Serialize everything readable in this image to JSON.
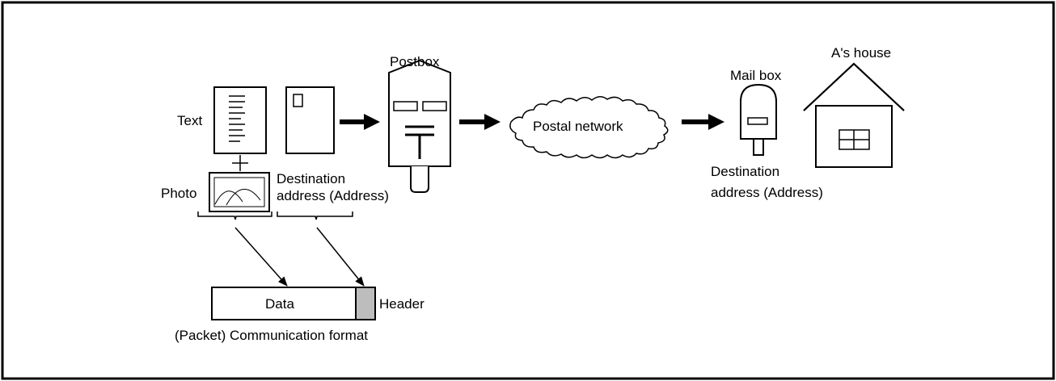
{
  "labels": {
    "text": "Text",
    "photo": "Photo",
    "destination_1_line1": "Destination",
    "destination_1_line2": "address (Address)",
    "postbox": "Postbox",
    "postal_network": "Postal network",
    "mail_box": "Mail box",
    "as_house": "A's house",
    "destination_2_line1": "Destination",
    "destination_2_line2": "address (Address)",
    "data": "Data",
    "header": "Header",
    "packet_format": "(Packet) Communication format"
  },
  "colors": {
    "stroke": "#000000",
    "header_fill": "#bdbdbd",
    "background": "#ffffff"
  }
}
